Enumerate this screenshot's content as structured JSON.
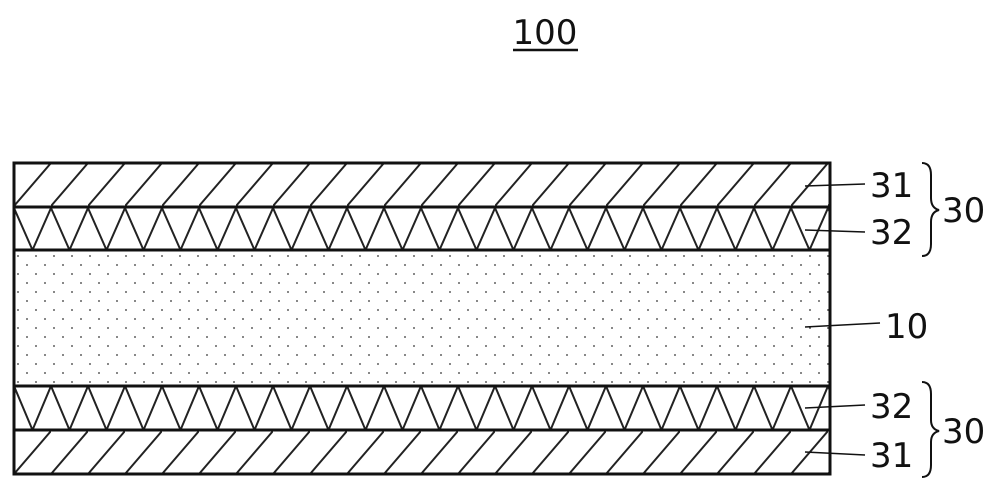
{
  "figure": {
    "number": "100",
    "layers": [
      {
        "ref": "31",
        "pattern": "forward-diagonal-hatch"
      },
      {
        "ref": "32",
        "pattern": "chevron-hatch"
      },
      {
        "ref": "10",
        "pattern": "stipple-dots"
      },
      {
        "ref": "32",
        "pattern": "chevron-hatch"
      },
      {
        "ref": "31",
        "pattern": "forward-diagonal-hatch"
      }
    ],
    "groups": [
      {
        "ref": "30",
        "members": [
          "31",
          "32"
        ]
      },
      {
        "ref": "30",
        "members": [
          "32",
          "31"
        ]
      }
    ]
  },
  "colors": {
    "ink": "#111111",
    "background": "#ffffff"
  }
}
